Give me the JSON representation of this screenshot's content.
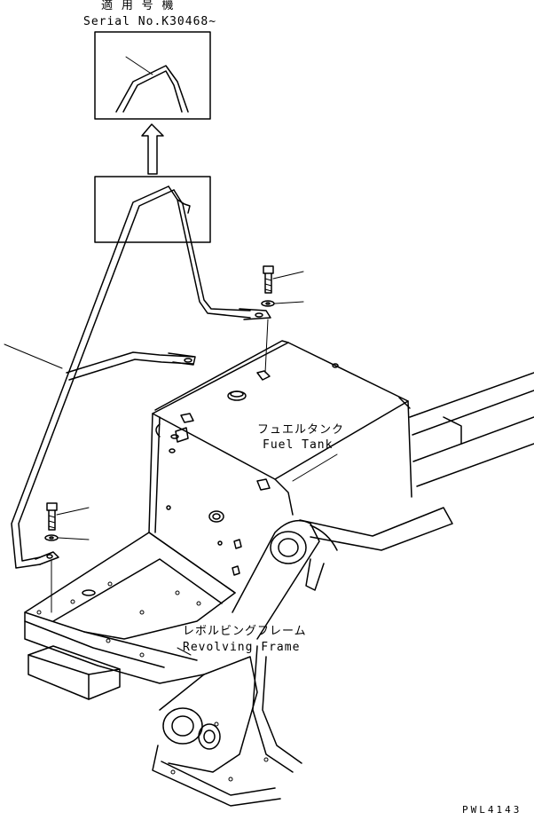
{
  "header": {
    "applicable_models": "適 用 号 機",
    "serial_number": "Serial No.K30468~"
  },
  "labels": {
    "fuel_tank_jp": "フュエルタンク",
    "fuel_tank_en": "Fuel Tank",
    "revolving_frame_jp": "レボルビングフレーム",
    "revolving_frame_en": "Revolving Frame"
  },
  "footer": {
    "drawing_id": "PWL4143"
  }
}
